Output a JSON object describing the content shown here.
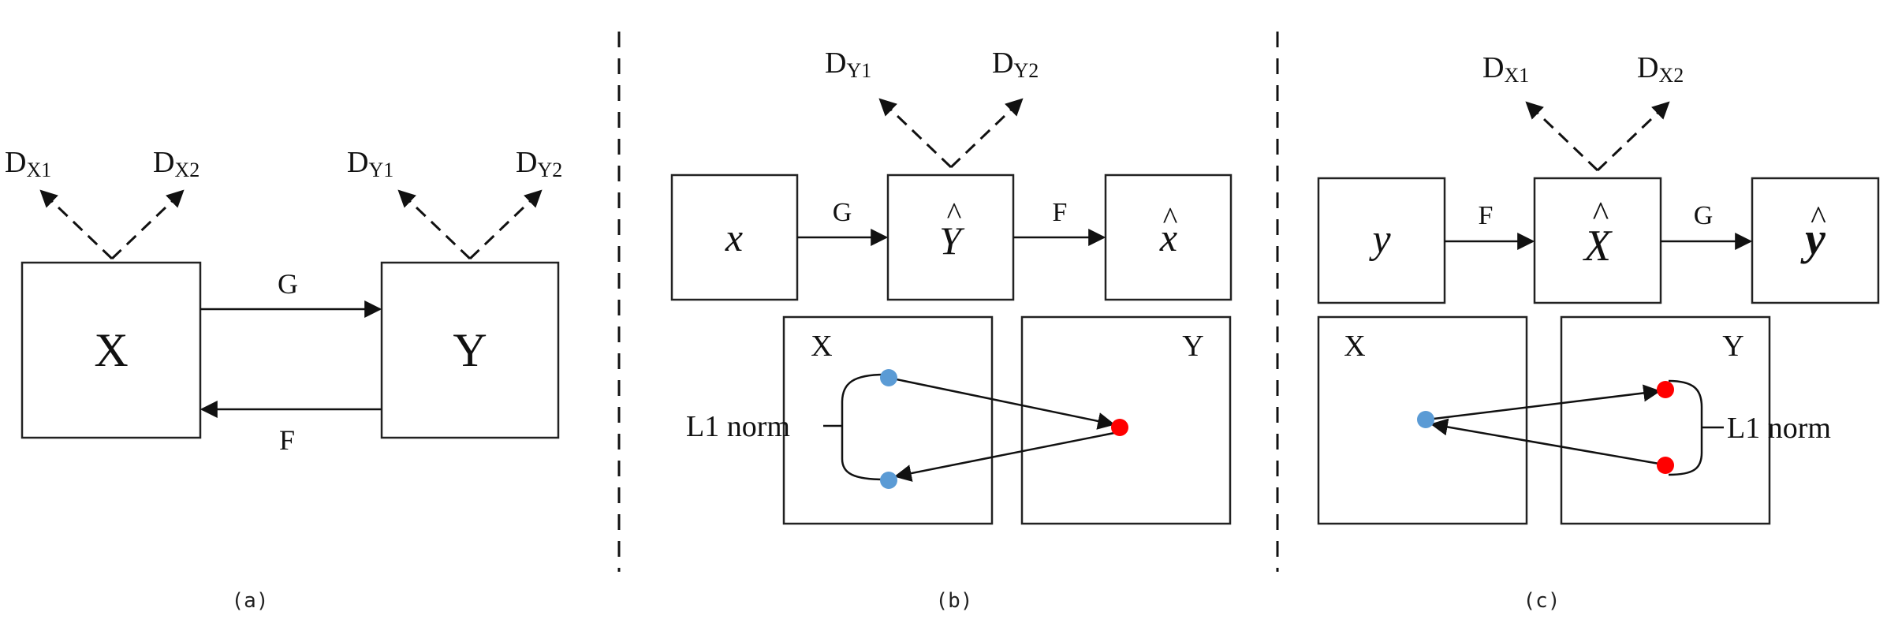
{
  "panel_a": {
    "box_x_label": "X",
    "box_y_label": "Y",
    "g_label": "G",
    "f_label": "F",
    "d_x1": {
      "base": "D",
      "sub": "X1"
    },
    "d_x2": {
      "base": "D",
      "sub": "X2"
    },
    "d_y1": {
      "base": "D",
      "sub": "Y1"
    },
    "d_y2": {
      "base": "D",
      "sub": "Y2"
    },
    "caption": "(a)"
  },
  "panel_b": {
    "d_y1": {
      "base": "D",
      "sub": "Y1"
    },
    "d_y2": {
      "base": "D",
      "sub": "Y2"
    },
    "box_input": "x",
    "box_mid_base": "Y",
    "box_mid_hat": "^",
    "box_out_base": "x",
    "box_out_hat": "^",
    "g_label": "G",
    "f_label": "F",
    "domain_x_label": "X",
    "domain_y_label": "Y",
    "norm_label": "L1 norm",
    "caption": "(b)"
  },
  "panel_c": {
    "d_x1": {
      "base": "D",
      "sub": "X1"
    },
    "d_x2": {
      "base": "D",
      "sub": "X2"
    },
    "box_input": "y",
    "box_mid_base": "X",
    "box_mid_hat": "^",
    "box_out_base": "y",
    "box_out_hat": "^",
    "f_label": "F",
    "g_label": "G",
    "domain_x_label": "X",
    "domain_y_label": "Y",
    "norm_label": "L1 norm",
    "caption": "(c)"
  },
  "colors": {
    "blue_point": "#5b9bd5",
    "red_point": "#ff0000",
    "ink": "#111111"
  }
}
